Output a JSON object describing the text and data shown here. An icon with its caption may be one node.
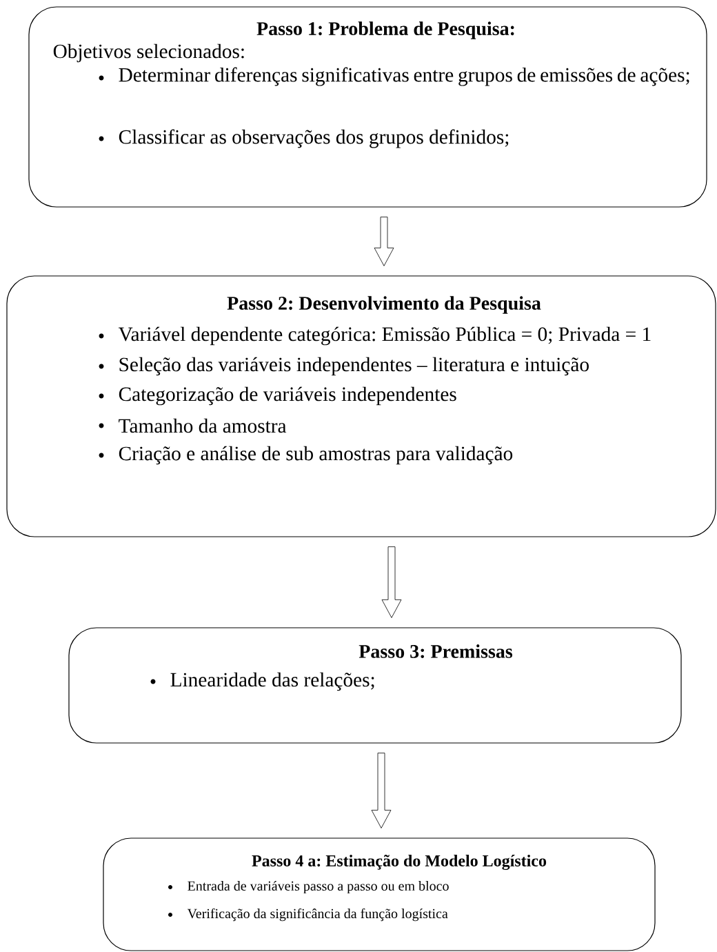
{
  "diagram": {
    "nodes": [
      {
        "text": [
          "Passo 1: Problema de Pesquisa:",
          "Objetivos selecionados:",
          "Determinar diferenças significativas entre grupos de emissões de ações;",
          "Classificar as observações dos grupos definidos;"
        ]
      },
      {
        "text": [
          "Passo 2: Desenvolvimento da Pesquisa",
          "Variável dependente categórica: Emissão Pública = 0; Privada = 1",
          "Seleção das variáveis independentes – literatura e intuição",
          "Categorização de variáveis independentes",
          "Tamanho da amostra",
          "Criação e análise de sub amostras para validação"
        ]
      },
      {
        "text": [
          "Passo 3: Premissas",
          "Linearidade das relações;"
        ]
      },
      {
        "text": [
          "Passo 4 a: Estimação do Modelo Logístico",
          "Entrada de variáveis passo a passo ou em bloco",
          "Verificação da significância da função logística"
        ]
      }
    ],
    "edges": [
      {
        "from": 0,
        "to": 1,
        "arrow": "to"
      },
      {
        "from": 1,
        "to": 2,
        "arrow": "to"
      },
      {
        "from": 2,
        "to": 3,
        "arrow": "to"
      }
    ]
  }
}
